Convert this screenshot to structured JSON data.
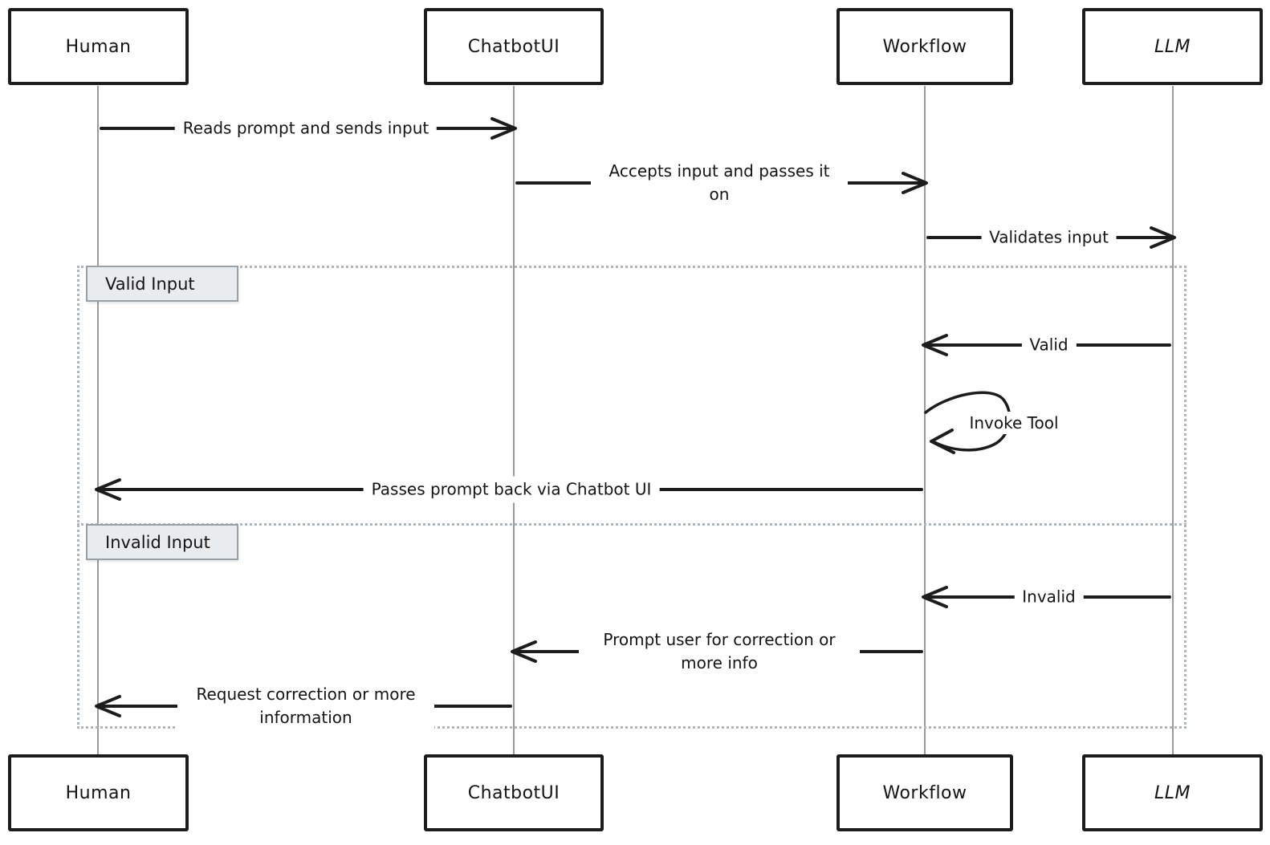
{
  "diagram": {
    "type": "sequence-diagram",
    "style": "hand-drawn",
    "actors": [
      {
        "name": "Human"
      },
      {
        "name": "ChatbotUI"
      },
      {
        "name": "Workflow"
      },
      {
        "name": "LLM"
      }
    ],
    "messages": [
      {
        "from": "Human",
        "to": "ChatbotUI",
        "label": "Reads prompt and sends input",
        "direction": "right"
      },
      {
        "from": "ChatbotUI",
        "to": "Workflow",
        "label": "Accepts input and passes it on",
        "direction": "right"
      },
      {
        "from": "Workflow",
        "to": "LLM",
        "label": "Validates input",
        "direction": "right"
      },
      {
        "from": "LLM",
        "to": "Workflow",
        "label": "Valid",
        "direction": "left",
        "section": "Valid Input"
      },
      {
        "from": "Workflow",
        "to": "Workflow",
        "label": "Invoke Tool",
        "direction": "self",
        "section": "Valid Input"
      },
      {
        "from": "Workflow",
        "to": "Human",
        "label": "Passes prompt back via Chatbot UI",
        "direction": "left",
        "section": "Valid Input"
      },
      {
        "from": "LLM",
        "to": "Workflow",
        "label": "Invalid",
        "direction": "left",
        "section": "Invalid Input"
      },
      {
        "from": "Workflow",
        "to": "ChatbotUI",
        "label": "Prompt user for correction or more info",
        "direction": "left",
        "section": "Invalid Input"
      },
      {
        "from": "ChatbotUI",
        "to": "Human",
        "label": "Request correction or more information",
        "direction": "left",
        "section": "Invalid Input"
      }
    ],
    "frame": {
      "type": "alt",
      "sections": [
        {
          "label": "Valid Input"
        },
        {
          "label": "Invalid Input"
        }
      ]
    },
    "colors": {
      "background": "#ffffff",
      "actor_border": "#1c1c1c",
      "text": "#141414",
      "lifeline": "#9b9b9b",
      "message_line": "#1c1c1c",
      "frame_border": "#aeb6bd",
      "section_label_bg": "#e9ecef",
      "section_label_border": "#97a1aa"
    }
  }
}
